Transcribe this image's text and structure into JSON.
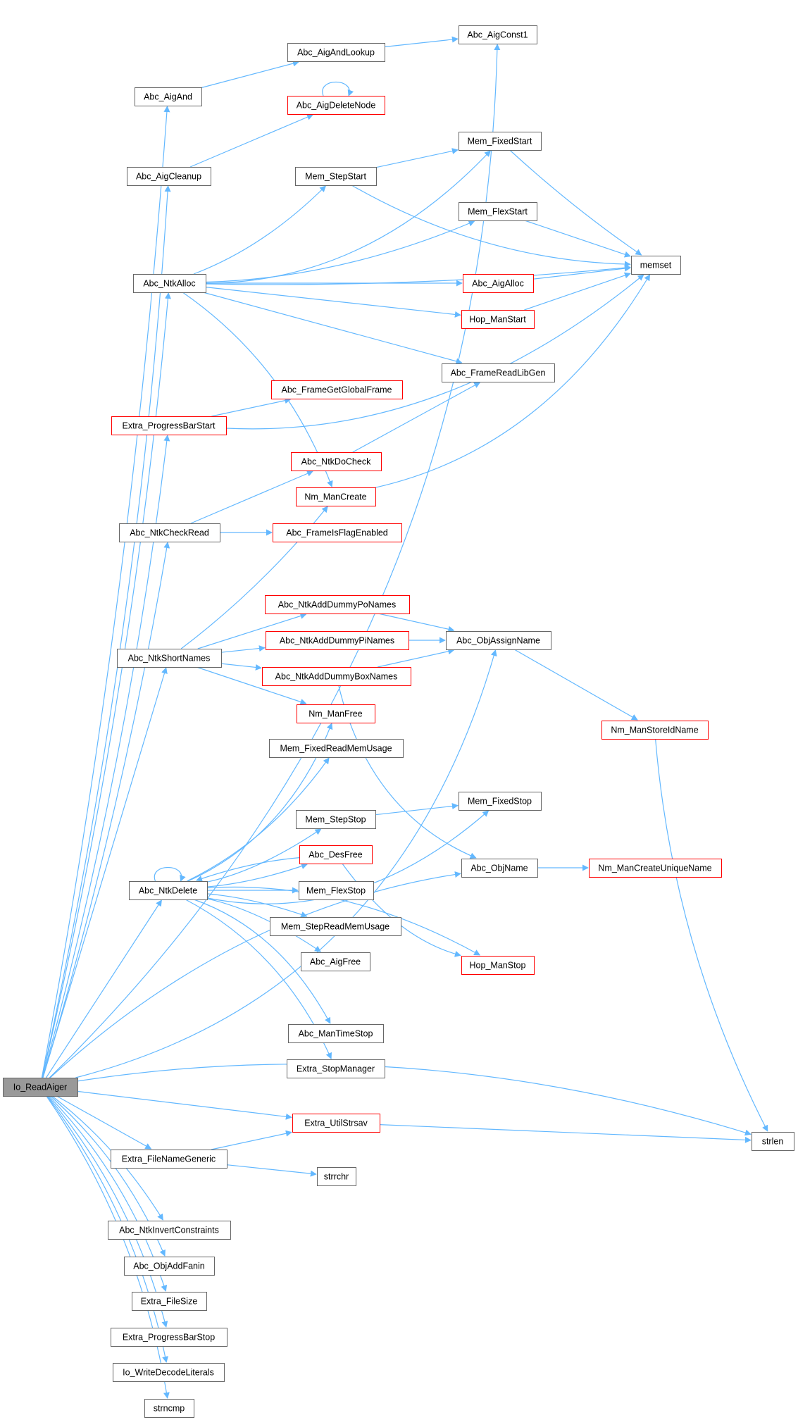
{
  "diagram": {
    "title": "Io_ReadAiger call graph",
    "colors": {
      "edge": "#63b8ff",
      "unexpanded_border": "#ff0000",
      "normal_border": "#666666",
      "root_fill": "#999999"
    },
    "nodes": {
      "io_readaiger": {
        "label": "Io_ReadAiger",
        "kind": "root"
      },
      "abc_aigconst1": {
        "label": "Abc_AigConst1",
        "kind": "normal"
      },
      "abc_aigandlookup": {
        "label": "Abc_AigAndLookup",
        "kind": "normal"
      },
      "abc_aigand": {
        "label": "Abc_AigAnd",
        "kind": "normal"
      },
      "abc_aigdeletenode": {
        "label": "Abc_AigDeleteNode",
        "kind": "unexpanded"
      },
      "abc_aigcleanup": {
        "label": "Abc_AigCleanup",
        "kind": "normal"
      },
      "mem_fixedstart": {
        "label": "Mem_FixedStart",
        "kind": "normal"
      },
      "mem_stepstart": {
        "label": "Mem_StepStart",
        "kind": "normal"
      },
      "mem_flexstart": {
        "label": "Mem_FlexStart",
        "kind": "normal"
      },
      "memset": {
        "label": "memset",
        "kind": "normal"
      },
      "abc_ntkalloc": {
        "label": "Abc_NtkAlloc",
        "kind": "normal"
      },
      "abc_aigalloc": {
        "label": "Abc_AigAlloc",
        "kind": "unexpanded"
      },
      "hop_manstart": {
        "label": "Hop_ManStart",
        "kind": "unexpanded"
      },
      "abc_framereadlibgen": {
        "label": "Abc_FrameReadLibGen",
        "kind": "normal"
      },
      "abc_framegetglobalframe": {
        "label": "Abc_FrameGetGlobalFrame",
        "kind": "unexpanded"
      },
      "extra_progressbarstart": {
        "label": "Extra_ProgressBarStart",
        "kind": "unexpanded"
      },
      "abc_ntkdocheck": {
        "label": "Abc_NtkDoCheck",
        "kind": "unexpanded"
      },
      "nm_mancreate": {
        "label": "Nm_ManCreate",
        "kind": "unexpanded"
      },
      "abc_ntkcheckread": {
        "label": "Abc_NtkCheckRead",
        "kind": "normal"
      },
      "abc_frameisflagenabled": {
        "label": "Abc_FrameIsFlagEnabled",
        "kind": "unexpanded"
      },
      "abc_ntkadddummyponames": {
        "label": "Abc_NtkAddDummyPoNames",
        "kind": "unexpanded"
      },
      "abc_ntkadddummypinames": {
        "label": "Abc_NtkAddDummyPiNames",
        "kind": "unexpanded"
      },
      "abc_objassignname": {
        "label": "Abc_ObjAssignName",
        "kind": "normal"
      },
      "abc_ntkshortnames": {
        "label": "Abc_NtkShortNames",
        "kind": "normal"
      },
      "abc_ntkadddummyboxnames": {
        "label": "Abc_NtkAddDummyBoxNames",
        "kind": "unexpanded"
      },
      "nm_manfree": {
        "label": "Nm_ManFree",
        "kind": "unexpanded"
      },
      "nm_manstoreidname": {
        "label": "Nm_ManStoreIdName",
        "kind": "unexpanded"
      },
      "mem_fixedreadmemusage": {
        "label": "Mem_FixedReadMemUsage",
        "kind": "normal"
      },
      "mem_fixedstop": {
        "label": "Mem_FixedStop",
        "kind": "normal"
      },
      "mem_stepstop": {
        "label": "Mem_StepStop",
        "kind": "normal"
      },
      "abc_desfree": {
        "label": "Abc_DesFree",
        "kind": "unexpanded"
      },
      "abc_objname": {
        "label": "Abc_ObjName",
        "kind": "normal"
      },
      "nm_mancreateuniquename": {
        "label": "Nm_ManCreateUniqueName",
        "kind": "unexpanded"
      },
      "abc_ntkdelete": {
        "label": "Abc_NtkDelete",
        "kind": "normal"
      },
      "mem_flexstop": {
        "label": "Mem_FlexStop",
        "kind": "normal"
      },
      "mem_stepreadmemusage": {
        "label": "Mem_StepReadMemUsage",
        "kind": "normal"
      },
      "abc_aigfree": {
        "label": "Abc_AigFree",
        "kind": "normal"
      },
      "hop_manstop": {
        "label": "Hop_ManStop",
        "kind": "unexpanded"
      },
      "abc_mantimestop": {
        "label": "Abc_ManTimeStop",
        "kind": "normal"
      },
      "extra_stopmanager": {
        "label": "Extra_StopManager",
        "kind": "normal"
      },
      "extra_utilstrsav": {
        "label": "Extra_UtilStrsav",
        "kind": "unexpanded"
      },
      "strlen": {
        "label": "strlen",
        "kind": "normal"
      },
      "extra_filenamegeneric": {
        "label": "Extra_FileNameGeneric",
        "kind": "normal"
      },
      "strrchr": {
        "label": "strrchr",
        "kind": "normal"
      },
      "abc_ntkinvertconstraints": {
        "label": "Abc_NtkInvertConstraints",
        "kind": "normal"
      },
      "abc_objaddfanin": {
        "label": "Abc_ObjAddFanin",
        "kind": "normal"
      },
      "extra_filesize": {
        "label": "Extra_FileSize",
        "kind": "normal"
      },
      "extra_progressbarstop": {
        "label": "Extra_ProgressBarStop",
        "kind": "normal"
      },
      "io_writedecodeliterals": {
        "label": "Io_WriteDecodeLiterals",
        "kind": "normal"
      },
      "strncmp": {
        "label": "strncmp",
        "kind": "normal"
      }
    },
    "edges": [
      [
        "io_readaiger",
        "abc_aigconst1"
      ],
      [
        "io_readaiger",
        "abc_aigand"
      ],
      [
        "io_readaiger",
        "abc_aigcleanup"
      ],
      [
        "io_readaiger",
        "abc_ntkalloc"
      ],
      [
        "io_readaiger",
        "extra_progressbarstart"
      ],
      [
        "io_readaiger",
        "abc_ntkcheckread"
      ],
      [
        "io_readaiger",
        "abc_objassignname"
      ],
      [
        "io_readaiger",
        "abc_ntkshortnames"
      ],
      [
        "io_readaiger",
        "abc_ntkdelete"
      ],
      [
        "io_readaiger",
        "abc_objname"
      ],
      [
        "io_readaiger",
        "extra_utilstrsav"
      ],
      [
        "io_readaiger",
        "strlen"
      ],
      [
        "io_readaiger",
        "extra_filenamegeneric"
      ],
      [
        "io_readaiger",
        "abc_ntkinvertconstraints"
      ],
      [
        "io_readaiger",
        "abc_objaddfanin"
      ],
      [
        "io_readaiger",
        "extra_filesize"
      ],
      [
        "io_readaiger",
        "extra_progressbarstop"
      ],
      [
        "io_readaiger",
        "io_writedecodeliterals"
      ],
      [
        "io_readaiger",
        "strncmp"
      ],
      [
        "abc_aigand",
        "abc_aigandlookup"
      ],
      [
        "abc_aigandlookup",
        "abc_aigconst1"
      ],
      [
        "abc_aigcleanup",
        "abc_aigdeletenode"
      ],
      [
        "abc_aigdeletenode",
        "abc_aigdeletenode"
      ],
      [
        "abc_ntkalloc",
        "mem_fixedstart"
      ],
      [
        "abc_ntkalloc",
        "mem_stepstart"
      ],
      [
        "abc_ntkalloc",
        "mem_flexstart"
      ],
      [
        "abc_ntkalloc",
        "memset"
      ],
      [
        "abc_ntkalloc",
        "abc_aigalloc"
      ],
      [
        "abc_ntkalloc",
        "hop_manstart"
      ],
      [
        "abc_ntkalloc",
        "abc_framereadlibgen"
      ],
      [
        "abc_ntkalloc",
        "nm_mancreate"
      ],
      [
        "mem_stepstart",
        "mem_fixedstart"
      ],
      [
        "mem_stepstart",
        "memset"
      ],
      [
        "mem_fixedstart",
        "memset"
      ],
      [
        "mem_flexstart",
        "memset"
      ],
      [
        "abc_aigalloc",
        "memset"
      ],
      [
        "hop_manstart",
        "memset"
      ],
      [
        "extra_progressbarstart",
        "abc_framegetglobalframe"
      ],
      [
        "extra_progressbarstart",
        "memset"
      ],
      [
        "abc_ntkdocheck",
        "abc_framereadlibgen"
      ],
      [
        "nm_mancreate",
        "memset"
      ],
      [
        "abc_ntkcheckread",
        "abc_ntkdocheck"
      ],
      [
        "abc_ntkcheckread",
        "abc_frameisflagenabled"
      ],
      [
        "abc_ntkshortnames",
        "nm_mancreate"
      ],
      [
        "abc_ntkshortnames",
        "abc_ntkadddummyponames"
      ],
      [
        "abc_ntkshortnames",
        "abc_ntkadddummypinames"
      ],
      [
        "abc_ntkshortnames",
        "abc_ntkadddummyboxnames"
      ],
      [
        "abc_ntkshortnames",
        "nm_manfree"
      ],
      [
        "abc_ntkadddummyponames",
        "abc_objassignname"
      ],
      [
        "abc_ntkadddummypinames",
        "abc_objassignname"
      ],
      [
        "abc_ntkadddummyboxnames",
        "abc_objassignname"
      ],
      [
        "abc_ntkadddummyboxnames",
        "abc_objname"
      ],
      [
        "abc_objassignname",
        "nm_manstoreidname"
      ],
      [
        "nm_manstoreidname",
        "strlen"
      ],
      [
        "abc_objname",
        "nm_mancreateuniquename"
      ],
      [
        "abc_ntkdelete",
        "abc_ntkdelete"
      ],
      [
        "abc_ntkdelete",
        "nm_manfree"
      ],
      [
        "abc_ntkdelete",
        "mem_fixedreadmemusage"
      ],
      [
        "abc_ntkdelete",
        "mem_fixedstop"
      ],
      [
        "abc_ntkdelete",
        "mem_stepstop"
      ],
      [
        "abc_ntkdelete",
        "abc_desfree"
      ],
      [
        "abc_ntkdelete",
        "mem_flexstop"
      ],
      [
        "abc_ntkdelete",
        "mem_stepreadmemusage"
      ],
      [
        "abc_ntkdelete",
        "abc_aigfree"
      ],
      [
        "abc_ntkdelete",
        "hop_manstop"
      ],
      [
        "abc_ntkdelete",
        "abc_mantimestop"
      ],
      [
        "abc_ntkdelete",
        "extra_stopmanager"
      ],
      [
        "mem_stepstop",
        "mem_fixedstop"
      ],
      [
        "abc_desfree",
        "abc_ntkdelete"
      ],
      [
        "abc_desfree",
        "hop_manstop"
      ],
      [
        "extra_filenamegeneric",
        "extra_utilstrsav"
      ],
      [
        "extra_filenamegeneric",
        "strrchr"
      ],
      [
        "extra_utilstrsav",
        "strlen"
      ]
    ]
  }
}
